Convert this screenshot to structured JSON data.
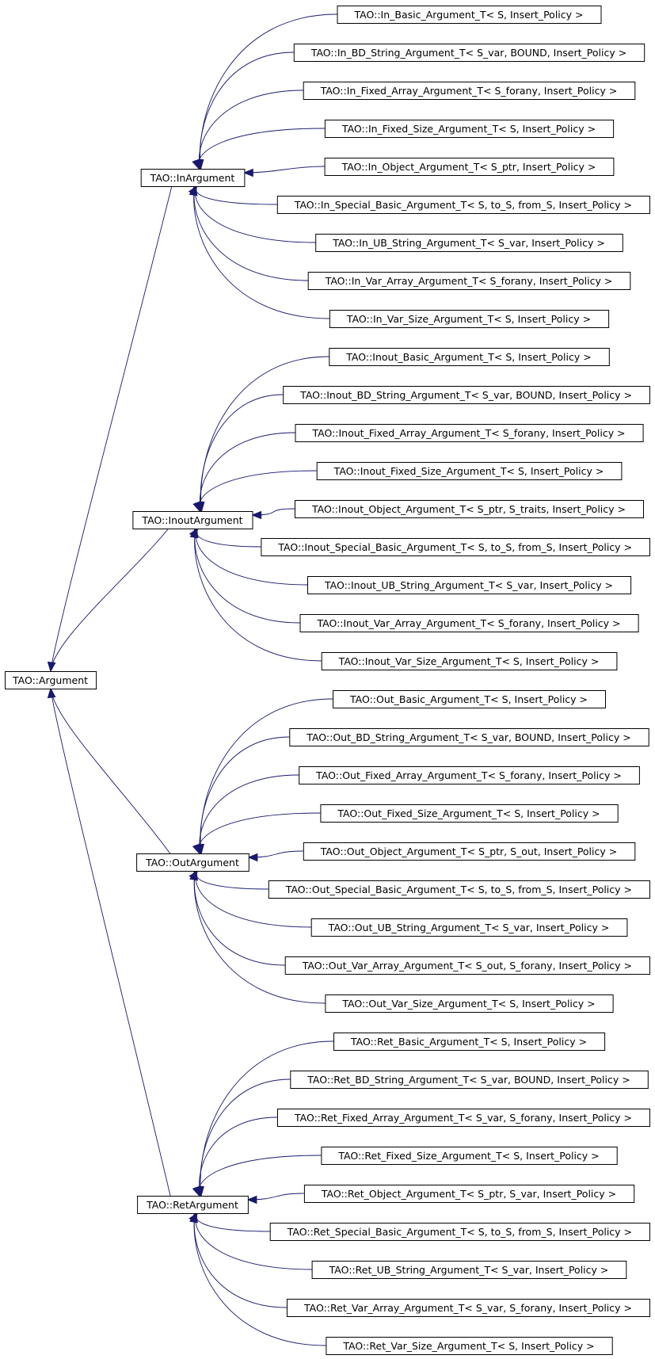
{
  "diagram": {
    "type": "inheritance-graph",
    "edge_color": "#191970",
    "node_border_color": "#000000",
    "node_fill_color": "#ffffff",
    "root": {
      "id": "argument",
      "label": "TAO::Argument"
    },
    "groups": [
      {
        "id": "in",
        "label": "TAO::InArgument",
        "children": [
          "TAO::In_Basic_Argument_T< S, Insert_Policy >",
          "TAO::In_BD_String_Argument_T< S_var, BOUND, Insert_Policy >",
          "TAO::In_Fixed_Array_Argument_T< S_forany, Insert_Policy >",
          "TAO::In_Fixed_Size_Argument_T< S, Insert_Policy >",
          "TAO::In_Object_Argument_T< S_ptr, Insert_Policy >",
          "TAO::In_Special_Basic_Argument_T< S, to_S, from_S, Insert_Policy >",
          "TAO::In_UB_String_Argument_T< S_var, Insert_Policy >",
          "TAO::In_Var_Array_Argument_T< S_forany, Insert_Policy >",
          "TAO::In_Var_Size_Argument_T< S, Insert_Policy >"
        ]
      },
      {
        "id": "inout",
        "label": "TAO::InoutArgument",
        "children": [
          "TAO::Inout_Basic_Argument_T< S, Insert_Policy >",
          "TAO::Inout_BD_String_Argument_T< S_var, BOUND, Insert_Policy >",
          "TAO::Inout_Fixed_Array_Argument_T< S_forany, Insert_Policy >",
          "TAO::Inout_Fixed_Size_Argument_T< S, Insert_Policy >",
          "TAO::Inout_Object_Argument_T< S_ptr, S_traits, Insert_Policy >",
          "TAO::Inout_Special_Basic_Argument_T< S, to_S, from_S, Insert_Policy >",
          "TAO::Inout_UB_String_Argument_T< S_var, Insert_Policy >",
          "TAO::Inout_Var_Array_Argument_T< S_forany, Insert_Policy >",
          "TAO::Inout_Var_Size_Argument_T< S, Insert_Policy >"
        ]
      },
      {
        "id": "out",
        "label": "TAO::OutArgument",
        "children": [
          "TAO::Out_Basic_Argument_T< S, Insert_Policy >",
          "TAO::Out_BD_String_Argument_T< S_var, BOUND, Insert_Policy >",
          "TAO::Out_Fixed_Array_Argument_T< S_forany, Insert_Policy >",
          "TAO::Out_Fixed_Size_Argument_T< S, Insert_Policy >",
          "TAO::Out_Object_Argument_T< S_ptr, S_out, Insert_Policy >",
          "TAO::Out_Special_Basic_Argument_T< S, to_S, from_S, Insert_Policy >",
          "TAO::Out_UB_String_Argument_T< S_var, Insert_Policy >",
          "TAO::Out_Var_Array_Argument_T< S_out, S_forany, Insert_Policy >",
          "TAO::Out_Var_Size_Argument_T< S, Insert_Policy >"
        ]
      },
      {
        "id": "ret",
        "label": "TAO::RetArgument",
        "children": [
          "TAO::Ret_Basic_Argument_T< S, Insert_Policy >",
          "TAO::Ret_BD_String_Argument_T< S_var, BOUND, Insert_Policy >",
          "TAO::Ret_Fixed_Array_Argument_T< S_var, S_forany, Insert_Policy >",
          "TAO::Ret_Fixed_Size_Argument_T< S, Insert_Policy >",
          "TAO::Ret_Object_Argument_T< S_ptr, S_var, Insert_Policy >",
          "TAO::Ret_Special_Basic_Argument_T< S, to_S, from_S, Insert_Policy >",
          "TAO::Ret_UB_String_Argument_T< S_var, Insert_Policy >",
          "TAO::Ret_Var_Array_Argument_T< S_var, S_forany, Insert_Policy >",
          "TAO::Ret_Var_Size_Argument_T< S, Insert_Policy >"
        ]
      }
    ]
  }
}
